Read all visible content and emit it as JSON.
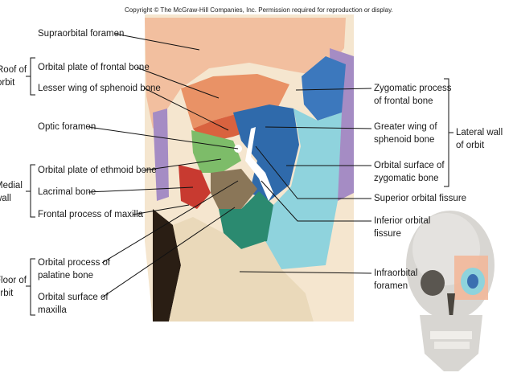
{
  "copyright": "Copyright © The McGraw-Hill Companies, Inc.  Permission required for reproduction or display.",
  "left_labels": {
    "supraorbital_foramen": "Supraorbital foramen",
    "orbital_plate_frontal": "Orbital plate of frontal bone",
    "lesser_wing_sphenoid": "Lesser wing of sphenoid bone",
    "optic_foramen": "Optic foramen",
    "orbital_plate_ethmoid": "Orbital plate of ethmoid bone",
    "lacrimal_bone": "Lacrimal bone",
    "frontal_process_maxilla": "Frontal process of maxilla",
    "orbital_process_palatine_1": "Orbital process of",
    "orbital_process_palatine_2": "palatine bone",
    "orbital_surface_maxilla_1": "Orbital surface of",
    "orbital_surface_maxilla_2": "maxilla"
  },
  "left_groups": {
    "roof_1": "Roof of",
    "roof_2": "orbit",
    "medial_1": "Medial",
    "medial_2": "wall",
    "floor_1": "Floor of",
    "floor_2": "orbit"
  },
  "right_labels": {
    "zygomatic_process_1": "Zygomatic process",
    "zygomatic_process_2": "of frontal bone",
    "greater_wing_1": "Greater wing of",
    "greater_wing_2": "sphenoid bone",
    "orbital_surface_zygomatic_1": "Orbital surface of",
    "orbital_surface_zygomatic_2": "zygomatic bone",
    "superior_orbital_fissure": "Superior orbital fissure",
    "inferior_orbital_1": "Inferior orbital",
    "inferior_orbital_2": "fissure",
    "infraorbital_1": "Infraorbital",
    "infraorbital_2": "foramen"
  },
  "right_groups": {
    "lateral_1": "Lateral wall",
    "lateral_2": "of orbit"
  },
  "colors": {
    "bone": "#ecdcc0",
    "frontal": "#f2b89a",
    "lesser_wing": "#e07a55",
    "sphenoid_greater": "#3a6fb0",
    "zygomatic": "#8ed3dc",
    "ethmoid": "#7cba6a",
    "lacrimal": "#cc3b32",
    "palatine": "#8e7a5a",
    "maxilla_orbit": "#2b8a70",
    "purple": "#9a7ab8"
  }
}
